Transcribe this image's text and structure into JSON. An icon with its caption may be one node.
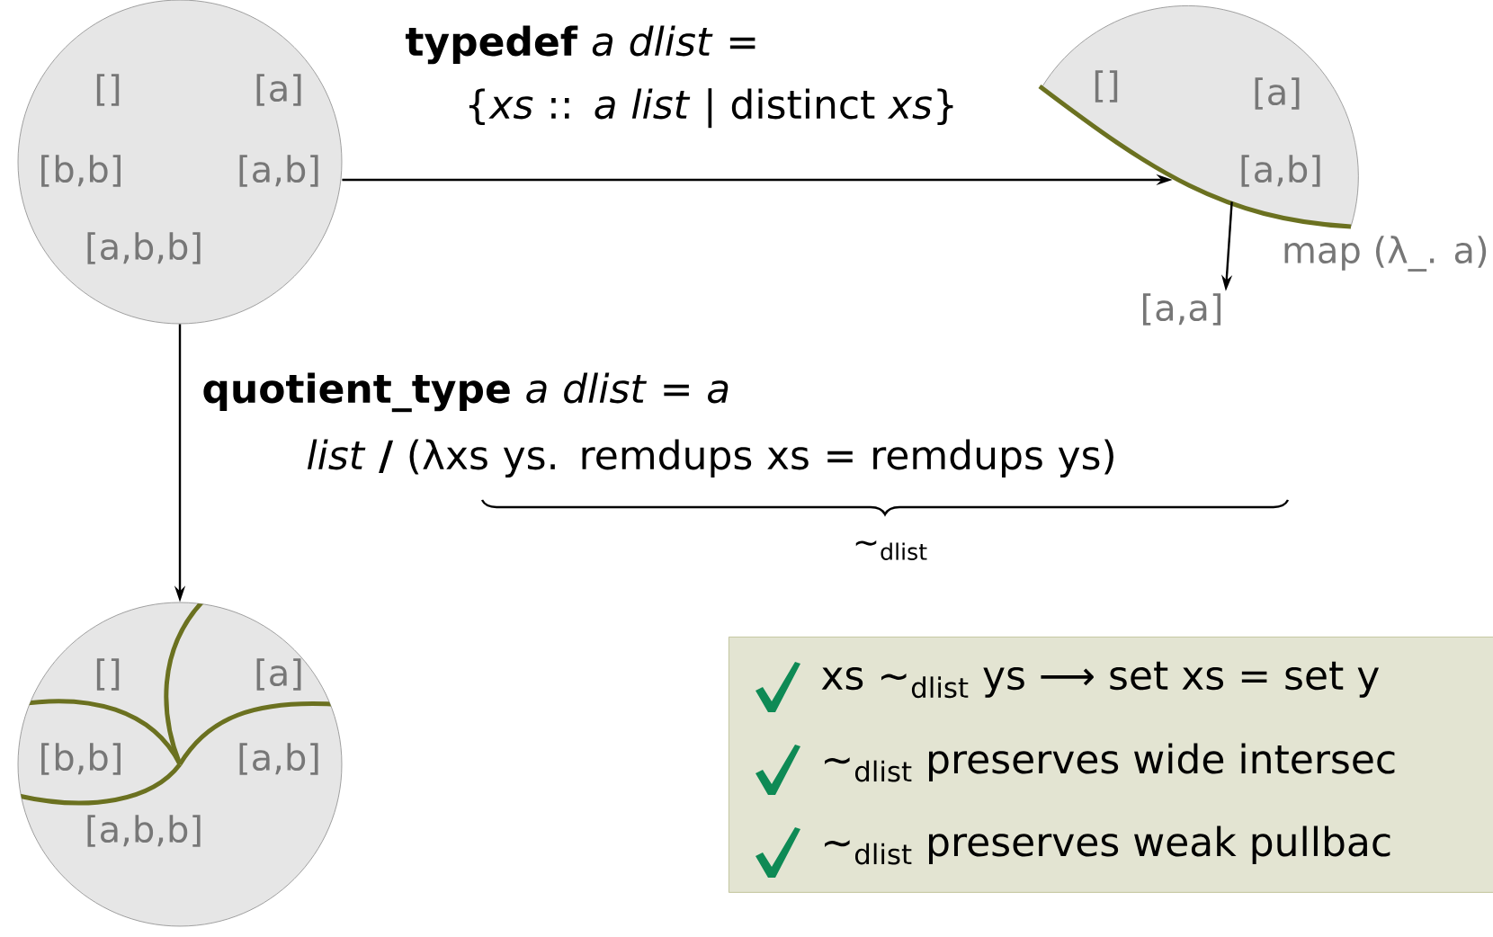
{
  "diagram": {
    "nodes": [
      {
        "text": [
          "[]",
          "[a]",
          "[b,b]",
          "[a,b]",
          "[a,b,b]"
        ]
      },
      {
        "text": [
          "[]",
          "[a]",
          "[a,b]"
        ]
      },
      {
        "text": [
          "[a,a]"
        ]
      },
      {
        "text": [
          "[]",
          "[a]",
          "[b,b]",
          "[a,b]",
          "[a,b,b]"
        ]
      },
      {
        "text": [
          "xs ∼$_{dlist}$ ys ⟶ set xs = set y",
          "∼$_{dlist}$ preserves wide intersec",
          "∼$_{dlist}$ preserves weak pullbac"
        ]
      }
    ],
    "edges": [
      {
        "from": 0,
        "to": 1,
        "arrow": "to",
        "label": "**typedef** *a dlist* = {*xs* :: *a list* | distinct *xs*}"
      },
      {
        "from": 1,
        "to": 2,
        "arrow": "to",
        "label": "map (λ_. a)"
      },
      {
        "from": 0,
        "to": 3,
        "arrow": "to",
        "label": "**quotient_type** *a dlist* = *a list* **/** (λxs ys. remdups xs = remdups ys)"
      }
    ],
    "labels": [
      "∼$_{dlist}$"
    ]
  }
}
